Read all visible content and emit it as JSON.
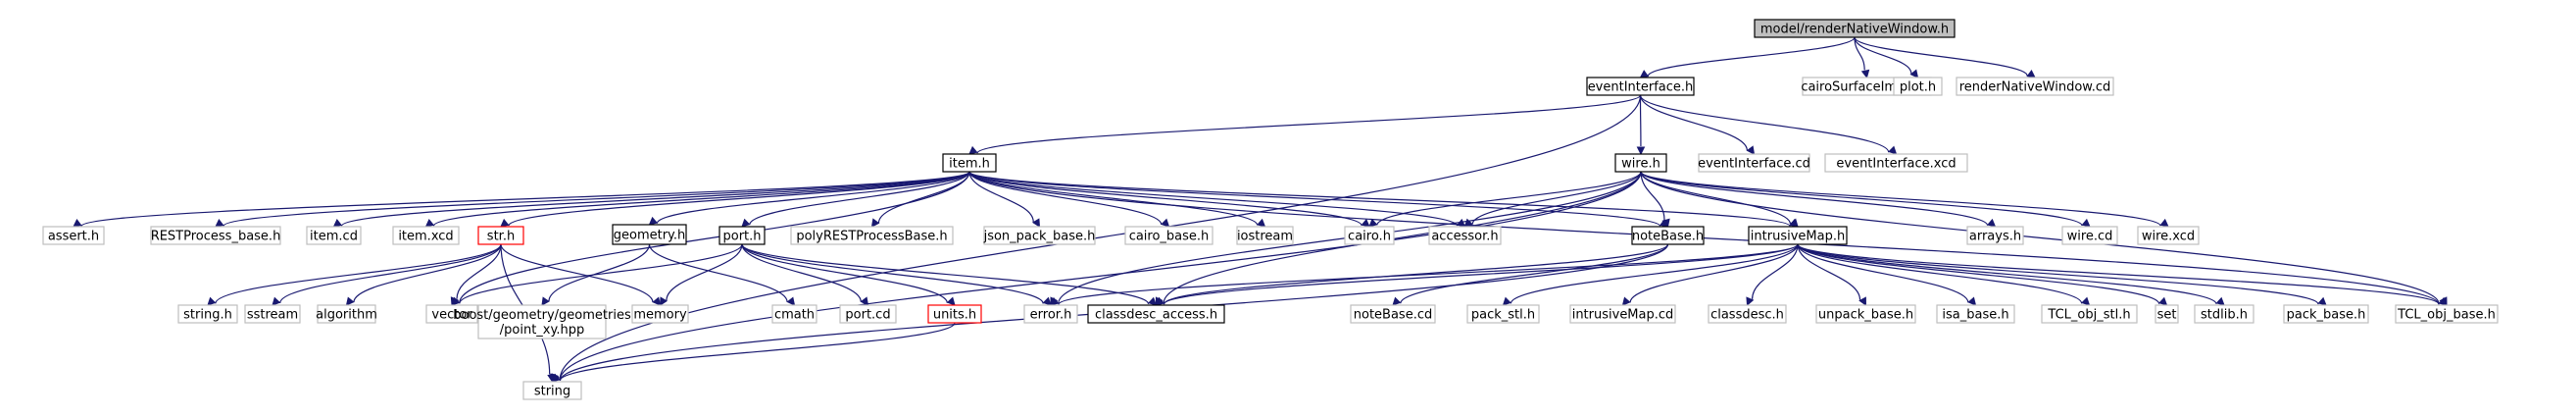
{
  "colors": {
    "root_fill": "#bfbfbf",
    "root_border": "#000000",
    "documented_border": "#000000",
    "external_border": "#bfbfbf",
    "truncated_border": "#ff0000",
    "edge": "#191970"
  },
  "nodes": [
    {
      "id": "root",
      "label": "model/renderNativeWindow.h",
      "kind": "root"
    },
    {
      "id": "eventInterface_h",
      "label": "eventInterface.h",
      "kind": "documented"
    },
    {
      "id": "cairoSurfaceImage_h",
      "label": "cairoSurfaceImage.h",
      "kind": "external"
    },
    {
      "id": "plot_h",
      "label": "plot.h",
      "kind": "external"
    },
    {
      "id": "renderNativeWindow_cd",
      "label": "renderNativeWindow.cd",
      "kind": "external"
    },
    {
      "id": "item_h",
      "label": "item.h",
      "kind": "documented"
    },
    {
      "id": "wire_h",
      "label": "wire.h",
      "kind": "documented"
    },
    {
      "id": "eventInterface_cd",
      "label": "eventInterface.cd",
      "kind": "external"
    },
    {
      "id": "eventInterface_xcd",
      "label": "eventInterface.xcd",
      "kind": "external"
    },
    {
      "id": "assert_h",
      "label": "assert.h",
      "kind": "external"
    },
    {
      "id": "RESTProcess_base_h",
      "label": "RESTProcess_base.h",
      "kind": "external"
    },
    {
      "id": "item_cd",
      "label": "item.cd",
      "kind": "external"
    },
    {
      "id": "item_xcd",
      "label": "item.xcd",
      "kind": "external"
    },
    {
      "id": "str_h",
      "label": "str.h",
      "kind": "truncated"
    },
    {
      "id": "geometry_h",
      "label": "geometry.h",
      "kind": "documented"
    },
    {
      "id": "port_h",
      "label": "port.h",
      "kind": "documented"
    },
    {
      "id": "polyRESTProcessBase_h",
      "label": "polyRESTProcessBase.h",
      "kind": "external"
    },
    {
      "id": "json_pack_base_h",
      "label": "json_pack_base.h",
      "kind": "external"
    },
    {
      "id": "cairo_base_h",
      "label": "cairo_base.h",
      "kind": "external"
    },
    {
      "id": "iostream",
      "label": "iostream",
      "kind": "external"
    },
    {
      "id": "cairo_h",
      "label": "cairo.h",
      "kind": "external"
    },
    {
      "id": "accessor_h",
      "label": "accessor.h",
      "kind": "external"
    },
    {
      "id": "noteBase_h",
      "label": "noteBase.h",
      "kind": "documented"
    },
    {
      "id": "intrusiveMap_h",
      "label": "intrusiveMap.h",
      "kind": "documented"
    },
    {
      "id": "arrays_h",
      "label": "arrays.h",
      "kind": "external"
    },
    {
      "id": "wire_cd",
      "label": "wire.cd",
      "kind": "external"
    },
    {
      "id": "wire_xcd",
      "label": "wire.xcd",
      "kind": "external"
    },
    {
      "id": "string_h",
      "label": "string.h",
      "kind": "external"
    },
    {
      "id": "sstream",
      "label": "sstream",
      "kind": "external"
    },
    {
      "id": "algorithm",
      "label": "algorithm",
      "kind": "external"
    },
    {
      "id": "vector",
      "label": "vector",
      "kind": "external"
    },
    {
      "id": "boost_point",
      "label": "boost/geometry/geometries\n/point_xy.hpp",
      "kind": "external"
    },
    {
      "id": "memory",
      "label": "memory",
      "kind": "external"
    },
    {
      "id": "cmath",
      "label": "cmath",
      "kind": "external"
    },
    {
      "id": "port_cd",
      "label": "port.cd",
      "kind": "external"
    },
    {
      "id": "units_h",
      "label": "units.h",
      "kind": "truncated"
    },
    {
      "id": "error_h",
      "label": "error.h",
      "kind": "external"
    },
    {
      "id": "classdesc_access_h",
      "label": "classdesc_access.h",
      "kind": "documented"
    },
    {
      "id": "noteBase_cd",
      "label": "noteBase.cd",
      "kind": "external"
    },
    {
      "id": "pack_stl_h",
      "label": "pack_stl.h",
      "kind": "external"
    },
    {
      "id": "intrusiveMap_cd",
      "label": "intrusiveMap.cd",
      "kind": "external"
    },
    {
      "id": "classdesc_h",
      "label": "classdesc.h",
      "kind": "external"
    },
    {
      "id": "unpack_base_h",
      "label": "unpack_base.h",
      "kind": "external"
    },
    {
      "id": "isa_base_h",
      "label": "isa_base.h",
      "kind": "external"
    },
    {
      "id": "TCL_obj_stl_h",
      "label": "TCL_obj_stl.h",
      "kind": "external"
    },
    {
      "id": "set",
      "label": "set",
      "kind": "external"
    },
    {
      "id": "stdlib_h",
      "label": "stdlib.h",
      "kind": "external"
    },
    {
      "id": "pack_base_h",
      "label": "pack_base.h",
      "kind": "external"
    },
    {
      "id": "TCL_obj_base_h",
      "label": "TCL_obj_base.h",
      "kind": "external"
    },
    {
      "id": "string",
      "label": "string",
      "kind": "external"
    }
  ],
  "edges": [
    [
      "root",
      "eventInterface_h"
    ],
    [
      "root",
      "cairoSurfaceImage_h"
    ],
    [
      "root",
      "plot_h"
    ],
    [
      "root",
      "renderNativeWindow_cd"
    ],
    [
      "eventInterface_h",
      "item_h"
    ],
    [
      "eventInterface_h",
      "wire_h"
    ],
    [
      "eventInterface_h",
      "eventInterface_cd"
    ],
    [
      "eventInterface_h",
      "eventInterface_xcd"
    ],
    [
      "eventInterface_h",
      "string"
    ],
    [
      "item_h",
      "assert_h"
    ],
    [
      "item_h",
      "RESTProcess_base_h"
    ],
    [
      "item_h",
      "item_cd"
    ],
    [
      "item_h",
      "item_xcd"
    ],
    [
      "item_h",
      "str_h"
    ],
    [
      "item_h",
      "geometry_h"
    ],
    [
      "item_h",
      "port_h"
    ],
    [
      "item_h",
      "polyRESTProcessBase_h"
    ],
    [
      "item_h",
      "json_pack_base_h"
    ],
    [
      "item_h",
      "cairo_base_h"
    ],
    [
      "item_h",
      "iostream"
    ],
    [
      "item_h",
      "cairo_h"
    ],
    [
      "item_h",
      "accessor_h"
    ],
    [
      "item_h",
      "noteBase_h"
    ],
    [
      "item_h",
      "intrusiveMap_h"
    ],
    [
      "item_h",
      "vector"
    ],
    [
      "item_h",
      "TCL_obj_base_h"
    ],
    [
      "wire_h",
      "cairo_h"
    ],
    [
      "wire_h",
      "accessor_h"
    ],
    [
      "wire_h",
      "noteBase_h"
    ],
    [
      "wire_h",
      "intrusiveMap_h"
    ],
    [
      "wire_h",
      "arrays_h"
    ],
    [
      "wire_h",
      "wire_cd"
    ],
    [
      "wire_h",
      "wire_xcd"
    ],
    [
      "wire_h",
      "error_h"
    ],
    [
      "wire_h",
      "classdesc_access_h"
    ],
    [
      "wire_h",
      "string"
    ],
    [
      "wire_h",
      "TCL_obj_base_h"
    ],
    [
      "str_h",
      "string_h"
    ],
    [
      "str_h",
      "sstream"
    ],
    [
      "str_h",
      "algorithm"
    ],
    [
      "str_h",
      "vector"
    ],
    [
      "str_h",
      "memory"
    ],
    [
      "str_h",
      "string"
    ],
    [
      "geometry_h",
      "boost_point"
    ],
    [
      "geometry_h",
      "cmath"
    ],
    [
      "port_h",
      "vector"
    ],
    [
      "port_h",
      "memory"
    ],
    [
      "port_h",
      "port_cd"
    ],
    [
      "port_h",
      "units_h"
    ],
    [
      "port_h",
      "error_h"
    ],
    [
      "port_h",
      "classdesc_access_h"
    ],
    [
      "units_h",
      "string"
    ],
    [
      "noteBase_h",
      "noteBase_cd"
    ],
    [
      "noteBase_h",
      "classdesc_access_h"
    ],
    [
      "noteBase_h",
      "string"
    ],
    [
      "intrusiveMap_h",
      "pack_stl_h"
    ],
    [
      "intrusiveMap_h",
      "intrusiveMap_cd"
    ],
    [
      "intrusiveMap_h",
      "classdesc_h"
    ],
    [
      "intrusiveMap_h",
      "unpack_base_h"
    ],
    [
      "intrusiveMap_h",
      "isa_base_h"
    ],
    [
      "intrusiveMap_h",
      "TCL_obj_stl_h"
    ],
    [
      "intrusiveMap_h",
      "set"
    ],
    [
      "intrusiveMap_h",
      "stdlib_h"
    ],
    [
      "intrusiveMap_h",
      "pack_base_h"
    ],
    [
      "intrusiveMap_h",
      "TCL_obj_base_h"
    ],
    [
      "intrusiveMap_h",
      "error_h"
    ],
    [
      "intrusiveMap_h",
      "classdesc_access_h"
    ]
  ]
}
